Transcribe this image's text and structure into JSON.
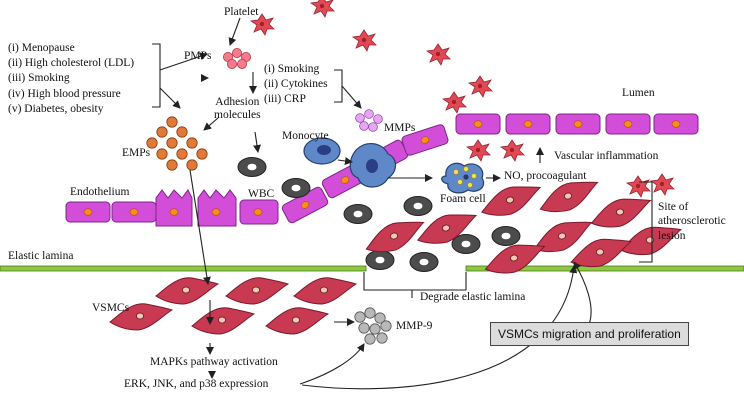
{
  "labels": {
    "platelet": "Platelet",
    "pmps": "PMPs",
    "adhesion": [
      "Adhesion",
      "molecules"
    ],
    "emps": "EMPs",
    "monocyte": "Monocyte",
    "mmps": "MMPs",
    "lumen": "Lumen",
    "endothelium": "Endothelium",
    "wbc": "WBC",
    "foam_cell": "Foam cell",
    "no_procoagulant": "NO, procoagulant",
    "vascular_inflammation": "Vascular inflammation",
    "site": [
      "Site of",
      "atherosclerotic",
      "lesion"
    ],
    "elastic_lamina": "Elastic lamina",
    "vsmcs": "VSMCs",
    "degrade": "Degrade elastic lamina",
    "mmp9": "MMP-9",
    "mapk": "MAPKs pathway activation",
    "erk": "ERK, JNK, and p38 expression",
    "migration": "VSMCs migration and proliferation"
  },
  "risk_factors": [
    "(i) Menopause",
    "(ii) High cholesterol (LDL)",
    "(iii) Smoking",
    "(iv) High blood pressure",
    "(v) Diabetes, obesity"
  ],
  "mmp_triggers": [
    "(i) Smoking",
    "(ii) Cytokines",
    "(iii) CRP"
  ],
  "colors": {
    "endothelial_cell": "#d24ed8",
    "endothelial_nucleus": "#ff8a1c",
    "smooth_muscle_cell": "#c83a52",
    "platelet": "#e04a55",
    "emp": "#e07a3a",
    "pmp": "#f47a8c",
    "mmp": "#e6a6f0",
    "lamina": "#8cc840",
    "monocyte": "#5f88c8",
    "wbc": "#555555",
    "mmp9": "#b8b8b8"
  }
}
